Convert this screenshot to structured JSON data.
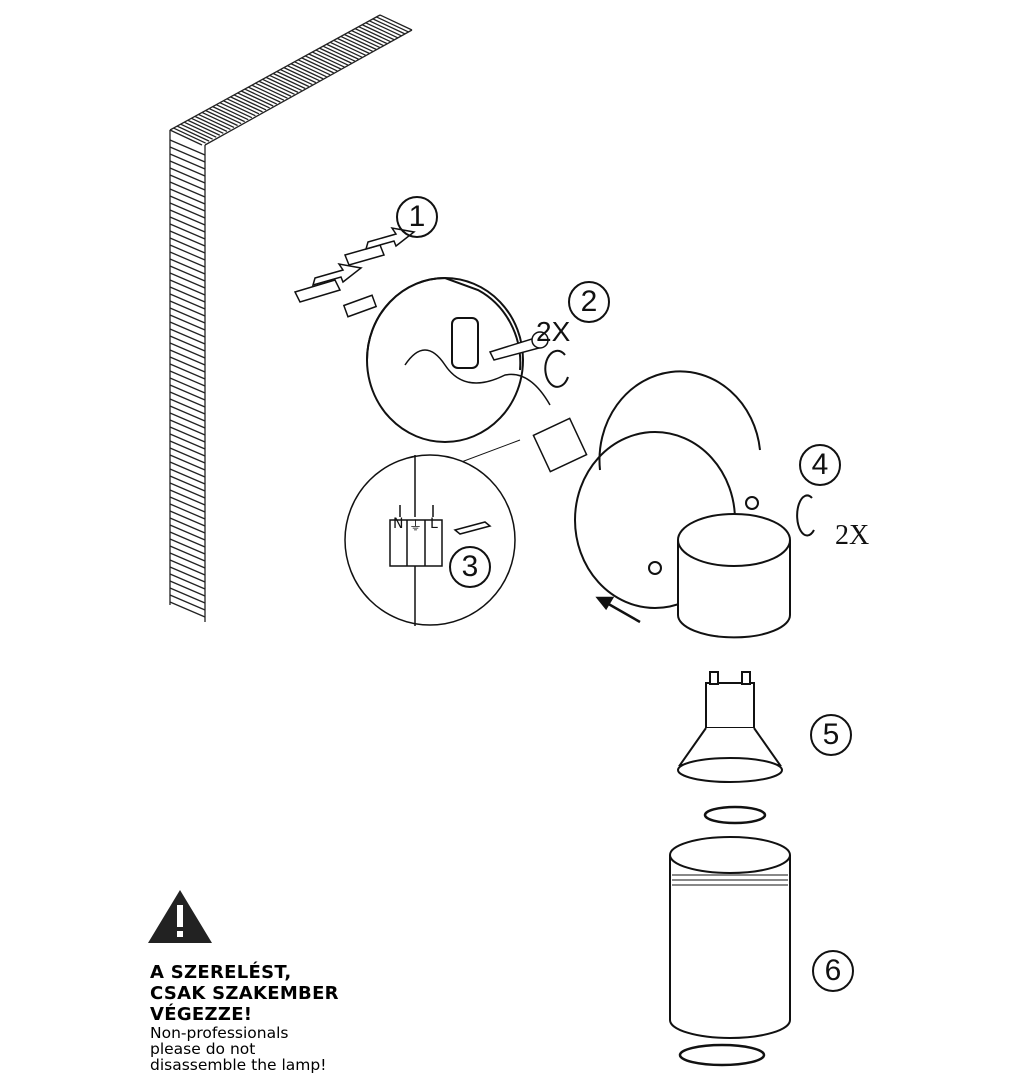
{
  "steps": [
    "1",
    "2",
    "3",
    "4",
    "5",
    "6"
  ],
  "multipliers": {
    "screws": "2X",
    "nuts": "2X"
  },
  "wiring": {
    "neutral": "N",
    "earth": "⏚",
    "live": "L"
  },
  "warning": {
    "icon": "warning-triangle-icon",
    "hungarian_lines": [
      "A SZERELÉST,",
      "CSAK SZAKEMBER",
      "VÉGEZZE!"
    ],
    "english_lines": [
      "Non-professionals",
      "please do not",
      "disassemble the lamp!"
    ]
  },
  "colors": {
    "line": "#111111",
    "background": "#ffffff"
  }
}
